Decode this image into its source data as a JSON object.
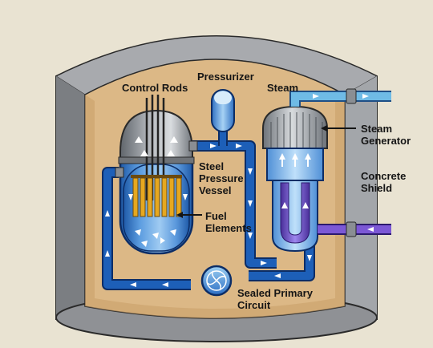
{
  "labels": {
    "control_rods": "Control Rods",
    "pressurizer": "Pressurizer",
    "steam": "Steam",
    "steam_generator": [
      "Steam",
      "Generator"
    ],
    "steel_pressure_vessel": [
      "Steel",
      "Pressure",
      "Vessel"
    ],
    "concrete_shield": [
      "Concrete",
      "Shield"
    ],
    "fuel_elements": [
      "Fuel",
      "Elements"
    ],
    "sealed_primary_circuit": [
      "Sealed Primary",
      "Circuit"
    ]
  },
  "colors": {
    "background": "#e9e3d2",
    "concrete": "#8f9195",
    "interior": "#dcb886",
    "primary_loop": "#1d5fb8",
    "water": "#8fc3ea",
    "steam_line": "#6fbbe6",
    "feedwater": "#7c58d6",
    "fuel_rods": "#e6a820"
  }
}
